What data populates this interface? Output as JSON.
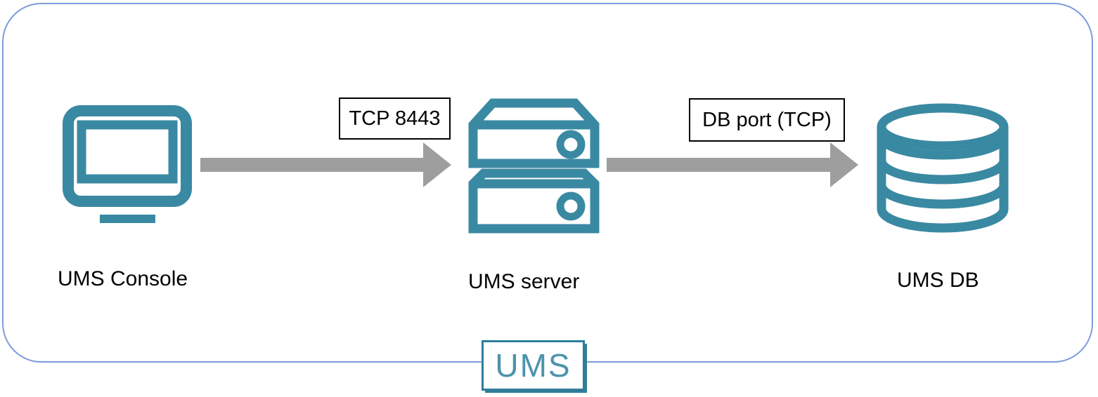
{
  "nodes": [
    {
      "label": "UMS Console",
      "icon": "monitor-icon"
    },
    {
      "label": "UMS server",
      "icon": "server-icon"
    },
    {
      "label": "UMS DB",
      "icon": "database-icon"
    }
  ],
  "connections": [
    {
      "label": "TCP 8443",
      "from": "UMS Console",
      "to": "UMS server"
    },
    {
      "label": "DB port (TCP)",
      "from": "UMS server",
      "to": "UMS DB"
    }
  ],
  "badge": {
    "label": "UMS"
  },
  "colors": {
    "icon_teal": "#3a89a2",
    "arrow_gray": "#9e9e9e",
    "frame_blue": "#7d9cda",
    "badge_border": "#2e7e9a",
    "badge_text": "#4e93ac",
    "label_border": "#000000",
    "text": "#000000"
  }
}
